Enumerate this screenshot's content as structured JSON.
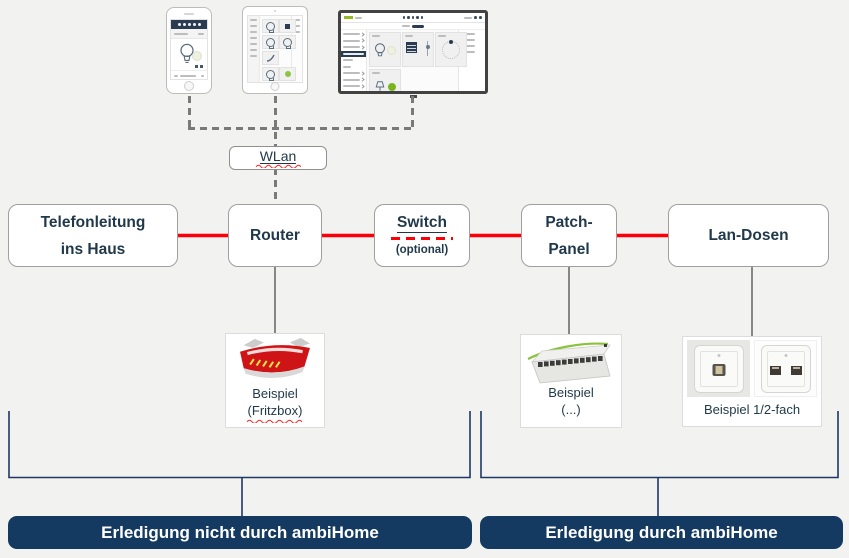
{
  "wlan": {
    "label": "WLan"
  },
  "nodes": [
    {
      "id": "telefonleitung",
      "line1": "Telefonleitung",
      "line2": "ins Haus"
    },
    {
      "id": "router",
      "line1": "Router"
    },
    {
      "id": "switch",
      "line1": "Switch",
      "sub": "(optional)"
    },
    {
      "id": "patch-panel",
      "line1": "Patch-",
      "line2": "Panel"
    },
    {
      "id": "lan-dosen",
      "line1": "Lan-Dosen"
    }
  ],
  "examples": [
    {
      "id": "fritzbox",
      "line1": "Beispiel",
      "line2": "(Fritzbox)"
    },
    {
      "id": "patchpanel",
      "line1": "Beispiel",
      "line2": "(...)"
    },
    {
      "id": "lan-dose",
      "line1": "Beispiel 1/2-fach"
    }
  ],
  "banners": {
    "left": "Erledigung nicht durch ambiHome",
    "right": "Erledigung durch ambiHome"
  },
  "icons": {
    "lightbulb": "outlined bulb glyph",
    "lamp": "outlined desk lamp glyph",
    "blinds": "navy shutter square",
    "thermostat": "dotted gauge circle",
    "home_button": "circle",
    "person": "filled dot"
  },
  "colors": {
    "background": "#f2f2f1",
    "node_text": "#1f384a",
    "connection_red": "#fb0007",
    "banner_blue": "#143a61",
    "bracket_blue": "#1f3864",
    "dashed_gray": "#7a7a7a",
    "accent_green": "#8cc63e",
    "fritzbox_red": "#cf1417"
  }
}
